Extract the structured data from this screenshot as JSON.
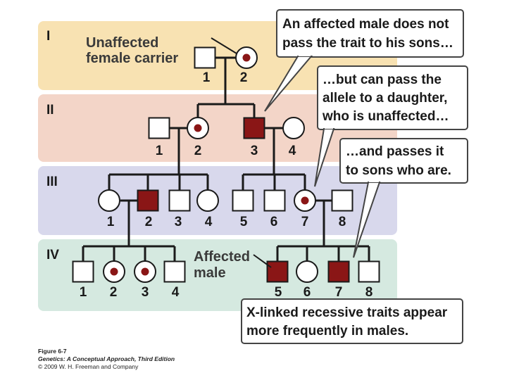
{
  "generations": [
    "I",
    "II",
    "III",
    "IV"
  ],
  "colors": {
    "band_I": "#f8e2b2",
    "band_II": "#f3d5c8",
    "band_III": "#d8d8ec",
    "band_IV": "#d5e9e0",
    "affected": "#8a1616",
    "callout_fill": "#ffffff",
    "callout_border": "#444444"
  },
  "numbers": {
    "I": [
      "1",
      "2"
    ],
    "II": [
      "1",
      "2",
      "3",
      "4"
    ],
    "III": [
      "1",
      "2",
      "3",
      "4",
      "5",
      "6",
      "7",
      "8"
    ],
    "IV": [
      "1",
      "2",
      "3",
      "4",
      "5",
      "6",
      "7",
      "8"
    ]
  },
  "pedigree": {
    "I": [
      {
        "sex": "male",
        "status": "unaffected"
      },
      {
        "sex": "female",
        "status": "carrier"
      }
    ],
    "II": [
      {
        "sex": "male",
        "status": "unaffected"
      },
      {
        "sex": "female",
        "status": "carrier"
      },
      {
        "sex": "male",
        "status": "affected"
      },
      {
        "sex": "female",
        "status": "unaffected"
      }
    ],
    "III": [
      {
        "sex": "female",
        "status": "unaffected"
      },
      {
        "sex": "male",
        "status": "affected"
      },
      {
        "sex": "male",
        "status": "unaffected"
      },
      {
        "sex": "female",
        "status": "unaffected"
      },
      {
        "sex": "male",
        "status": "unaffected"
      },
      {
        "sex": "male",
        "status": "unaffected"
      },
      {
        "sex": "female",
        "status": "carrier"
      },
      {
        "sex": "male",
        "status": "unaffected"
      }
    ],
    "IV": [
      {
        "sex": "male",
        "status": "unaffected"
      },
      {
        "sex": "female",
        "status": "carrier"
      },
      {
        "sex": "female",
        "status": "carrier"
      },
      {
        "sex": "male",
        "status": "unaffected"
      },
      {
        "sex": "male",
        "status": "affected"
      },
      {
        "sex": "female",
        "status": "unaffected"
      },
      {
        "sex": "male",
        "status": "affected"
      },
      {
        "sex": "male",
        "status": "unaffected"
      }
    ]
  },
  "labels": {
    "carrier_line1": "Unaffected",
    "carrier_line2": "female carrier",
    "affected_line1": "Affected",
    "affected_line2": "male"
  },
  "callouts": {
    "c1_line1": "An affected male does not",
    "c1_line2": "pass the trait to his sons…",
    "c2_line1": "…but can pass the",
    "c2_line2": "allele to a daughter,",
    "c2_line3": "who is unaffected…",
    "c3_line1": "…and passes it",
    "c3_line2": "to sons who are.",
    "c4_line1": "X-linked recessive traits appear",
    "c4_line2": "more frequently in males."
  },
  "caption": {
    "figure": "Figure 6-7",
    "book": "Genetics: A Conceptual Approach, Third Edition",
    "copyright": "© 2009 W. H. Freeman and Company"
  }
}
